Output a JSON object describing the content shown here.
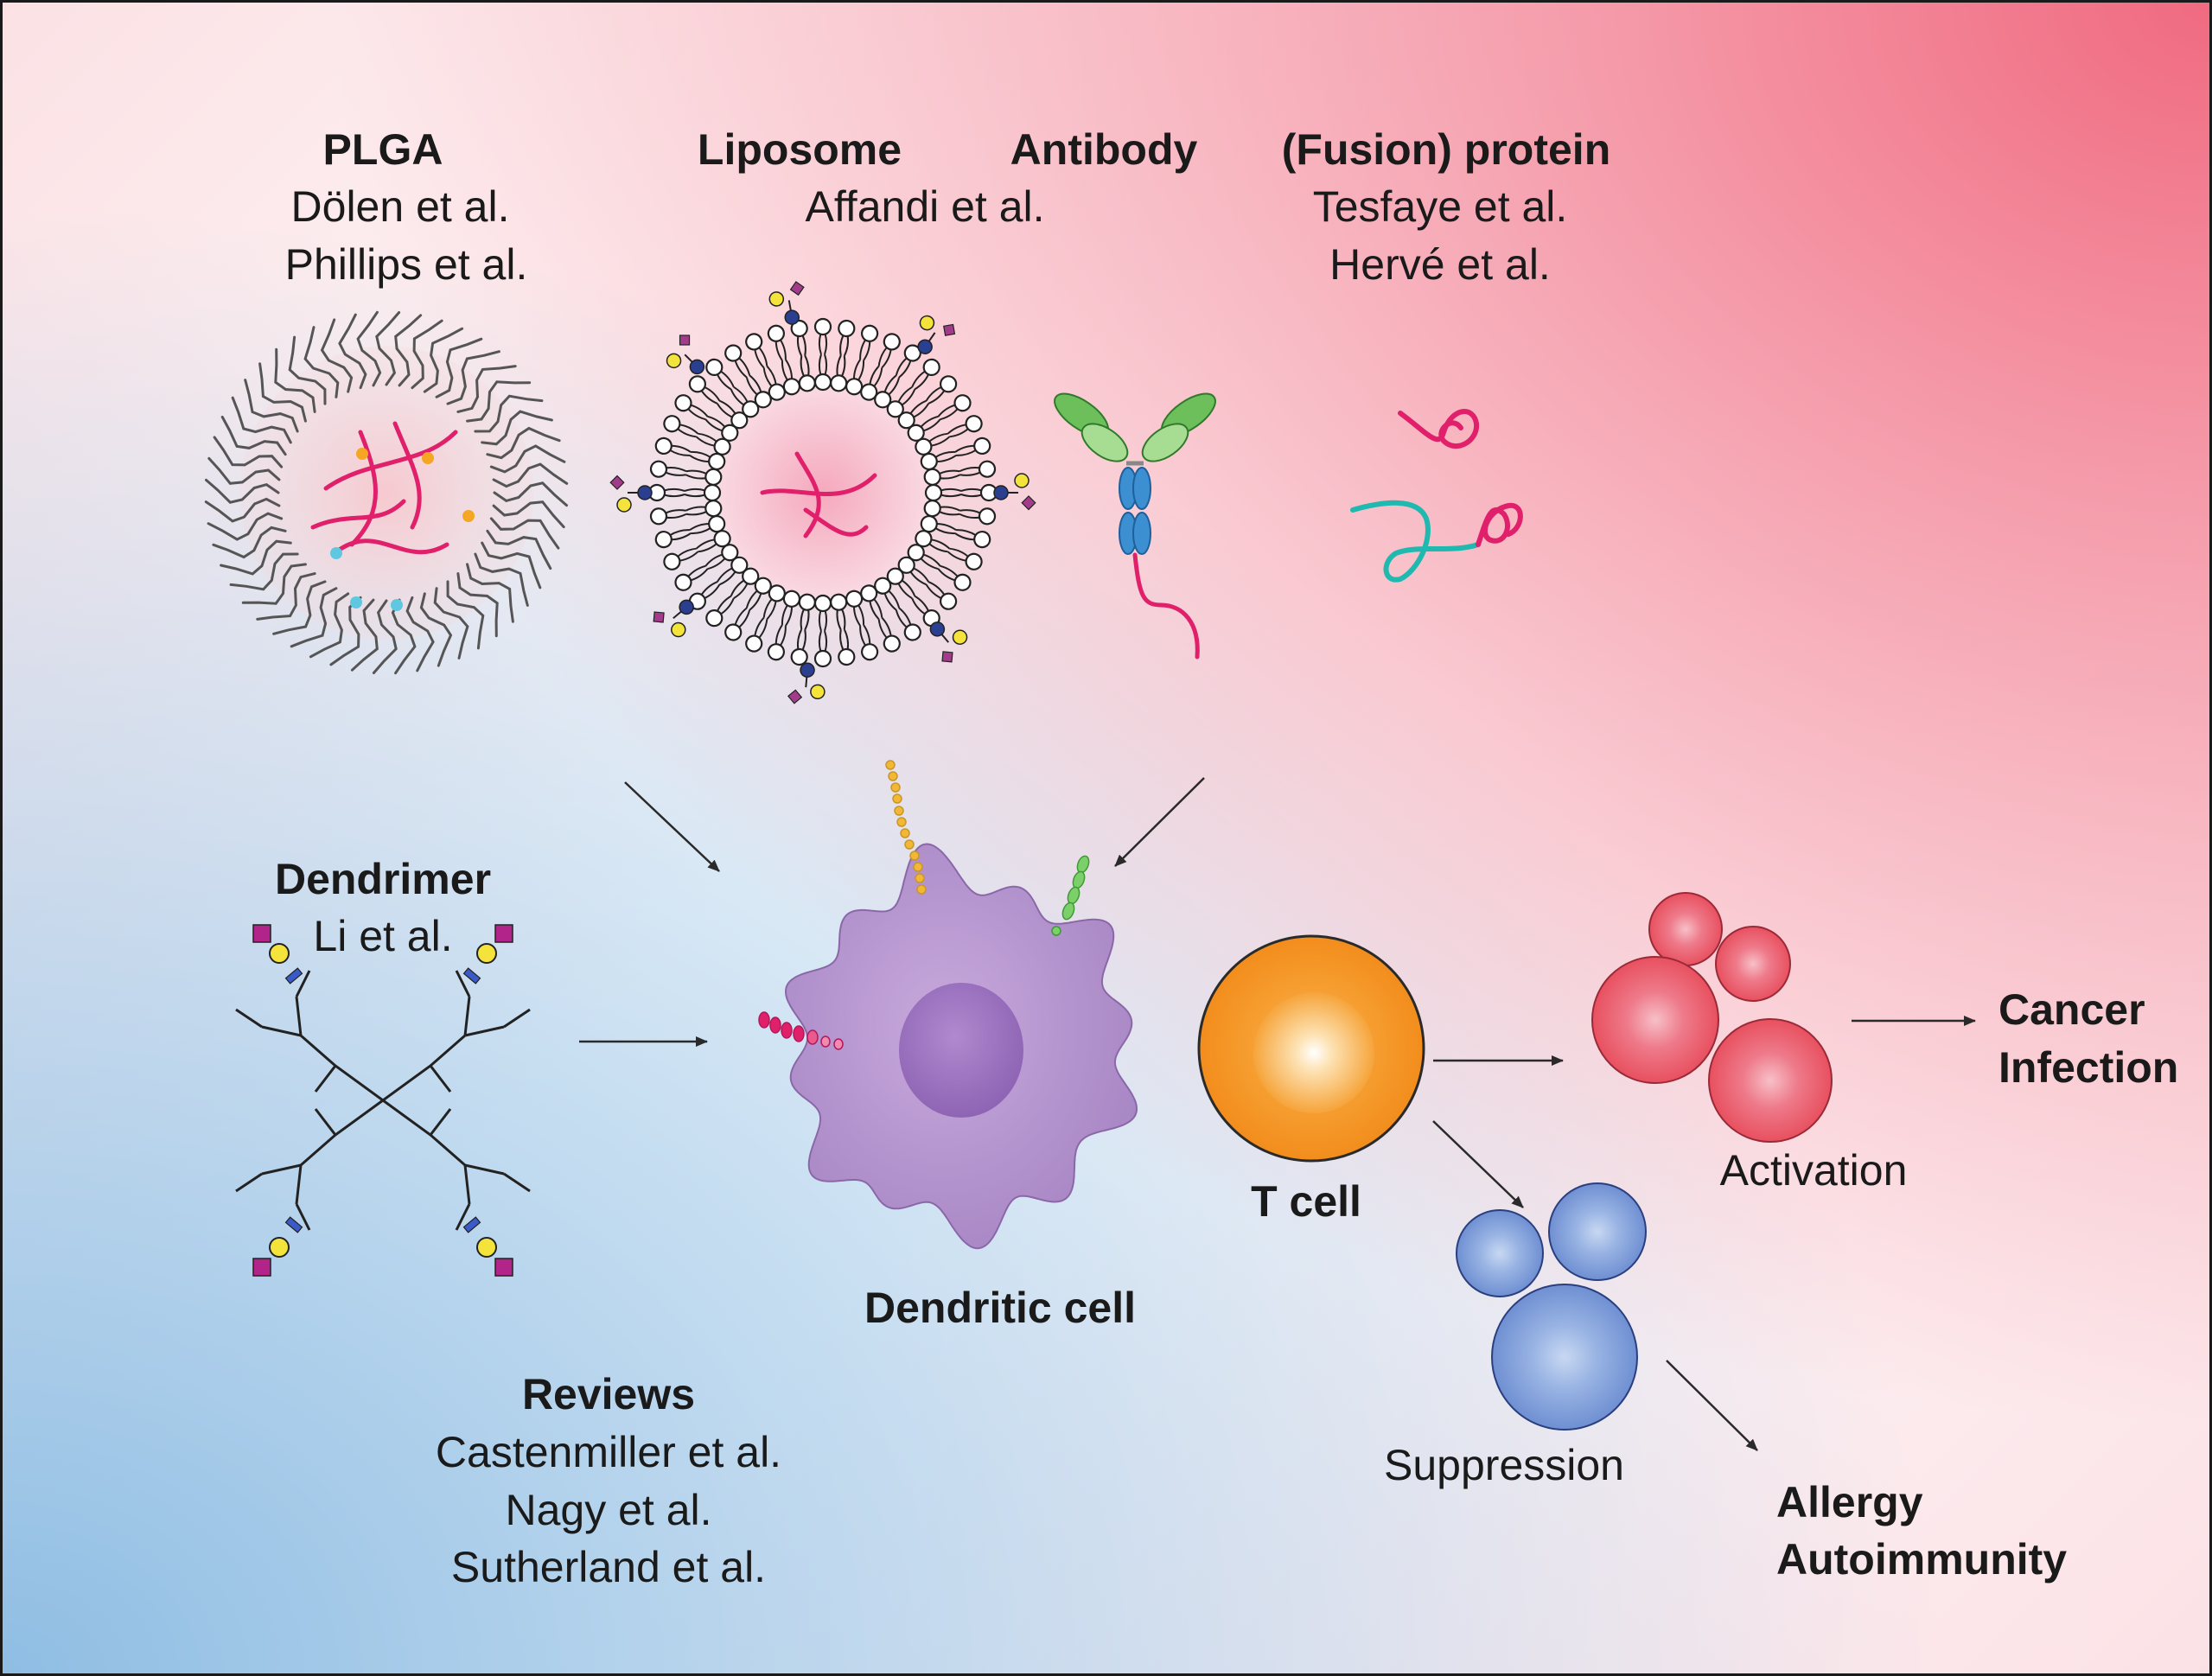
{
  "carriers": {
    "plga": {
      "title": "PLGA",
      "refs": [
        "Dölen et al.",
        "Phillips et al."
      ]
    },
    "liposome": {
      "title": "Liposome"
    },
    "antibody": {
      "title": "Antibody"
    },
    "liposome_antibody_refs": [
      "Affandi et al."
    ],
    "fusion_protein": {
      "title": "(Fusion) protein",
      "refs": [
        "Tesfaye et al.",
        "Hervé et al."
      ]
    },
    "dendrimer": {
      "title": "Dendrimer",
      "refs": [
        "Li et al."
      ]
    }
  },
  "cells": {
    "dendritic_cell": "Dendritic cell",
    "t_cell": "T cell"
  },
  "outcomes": {
    "activation": "Activation",
    "suppression": "Suppression",
    "activation_diseases": [
      "Cancer",
      "Infection"
    ],
    "suppression_diseases": [
      "Allergy",
      "Autoimmunity"
    ]
  },
  "reviews": {
    "title": "Reviews",
    "refs": [
      "Castenmiller et al.",
      "Nagy et al.",
      "Sutherland et al."
    ]
  },
  "colors": {
    "polymer_pink": "#e0206a",
    "dc_purple": "#b596cb",
    "t_cell_orange": "#f39a2e",
    "activated_red": "#ea5a6b",
    "suppressive_blue": "#7f9fd8",
    "antibody_green": "#6cbf5a",
    "antibody_blue": "#3c8fd0"
  }
}
